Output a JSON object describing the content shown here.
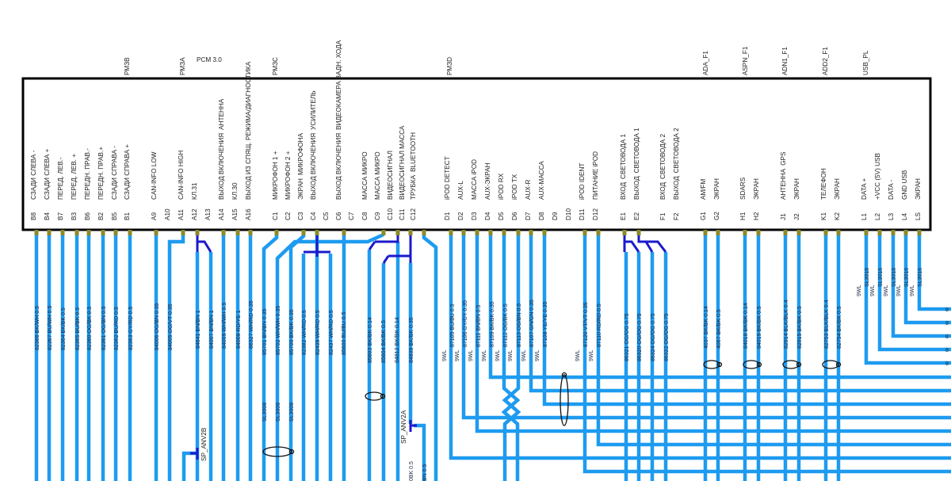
{
  "connector": {
    "title": "PCM 3.0",
    "groups": [
      "РМЗВ",
      "РМЗА",
      "РМЗС",
      "РМЗD",
      "ADA_F1",
      "ASPN_F1",
      "ADN1_F1",
      "ADD2_F1",
      "USB_PL"
    ]
  },
  "pins": [
    {
      "id": "B8",
      "label": "СЗАДИ СЛЕВА -"
    },
    {
      "id": "B4",
      "label": "СЗАДИ СЛЕВА +"
    },
    {
      "id": "B7",
      "label": "ПЕРЕД. ЛЕВ.-"
    },
    {
      "id": "B3",
      "label": "ПЕРЕД. ЛЕВ. +"
    },
    {
      "id": "B6",
      "label": "ПЕРЕДН. ПРАВ.-"
    },
    {
      "id": "B2",
      "label": "ПЕРЕДН. ПРАВ.+"
    },
    {
      "id": "B5",
      "label": "СЗАДИ СПРАВА -"
    },
    {
      "id": "B1",
      "label": "СЗАДИ СПРАВА +"
    },
    {
      "id": "A9",
      "label": "CAN-INFO LOW"
    },
    {
      "id": "A10",
      "label": ""
    },
    {
      "id": "A11",
      "label": "CAN-INFO HIGH"
    },
    {
      "id": "A12",
      "label": "КЛ.31"
    },
    {
      "id": "A13",
      "label": ""
    },
    {
      "id": "A14",
      "label": "ВЫХОД ВКЛЮЧЕНИЯ",
      "overlay": "АНТЕННА"
    },
    {
      "id": "A15",
      "label": "КЛ.30"
    },
    {
      "id": "A16",
      "label": "ВЫХОД ИЗ СПЯЩ. РЕЖИМА/ДИАГНОСТИКА"
    },
    {
      "id": "C1",
      "label": "МИКРОФОН 1 +"
    },
    {
      "id": "C2",
      "label": "МИКРОФОН 2 +"
    },
    {
      "id": "C3",
      "label": "ЭКРАН",
      "overlay": "МИКРОФОНА"
    },
    {
      "id": "C4",
      "label": "ВЫХОД ВКЛЮЧЕНИЯ",
      "overlay": "УСИЛИТЕЛЬ"
    },
    {
      "id": "C5",
      "label": ""
    },
    {
      "id": "C6",
      "label": "ВЫХОД ВКЛЮЧЕНИЯ",
      "overlay": "ВИДЕОКАМЕРА ЗАДН. ХОДА"
    },
    {
      "id": "C7",
      "label": ""
    },
    {
      "id": "C8",
      "label": "МАССА МИКРО"
    },
    {
      "id": "C9",
      "label": "МАССА МИКРО"
    },
    {
      "id": "C10",
      "label": "ВИДЕОСИГНАЛ"
    },
    {
      "id": "C11",
      "label": "ВИДЕОСИГНАЛ МАССА"
    },
    {
      "id": "C12",
      "label": "ТРУБКА",
      "overlay": "BLUETOOTH"
    },
    {
      "id": "D1",
      "label": "iPOD DETECT"
    },
    {
      "id": "D2",
      "label": "AUX-L"
    },
    {
      "id": "D3",
      "label": "МАССА iPOD"
    },
    {
      "id": "D4",
      "label": "AUX-ЭКРАН"
    },
    {
      "id": "D5",
      "label": "iPOD RX"
    },
    {
      "id": "D6",
      "label": "iPOD TX"
    },
    {
      "id": "D7",
      "label": "AUX-R"
    },
    {
      "id": "D8",
      "label": "AUX-МАССА"
    },
    {
      "id": "D9",
      "label": ""
    },
    {
      "id": "D10",
      "label": ""
    },
    {
      "id": "D11",
      "label": "iPOD IDENT"
    },
    {
      "id": "D12",
      "label": "ПИТАНИЕ iPOD"
    },
    {
      "id": "E1",
      "label": "ВХОД",
      "overlay": "СВЕТОВОДА 1"
    },
    {
      "id": "E2",
      "label": "ВЫХОД",
      "overlay": "СВЕТОВОДА 1"
    },
    {
      "id": "F1",
      "label": "ВХОД",
      "overlay": "СВЕТОВОДА 2"
    },
    {
      "id": "F2",
      "label": "ВЫХОД",
      "overlay": "СВЕТОВОДА 2"
    },
    {
      "id": "G1",
      "label": "AM/FM"
    },
    {
      "id": "G2",
      "label": "ЭКРАН"
    },
    {
      "id": "H1",
      "label": "SDARS"
    },
    {
      "id": "H2",
      "label": "ЭКРАН"
    },
    {
      "id": "J1",
      "label": "АНТЕННА",
      "overlay": "GPS"
    },
    {
      "id": "J2",
      "label": "ЭКРАН"
    },
    {
      "id": "K1",
      "label": "ТЕЛЕФОН"
    },
    {
      "id": "K2",
      "label": "ЭКРАН"
    },
    {
      "id": "L1",
      "label": "DATA +"
    },
    {
      "id": "L2",
      "label": "+VCC (5V) USB"
    },
    {
      "id": "L3",
      "label": "DATA -"
    },
    {
      "id": "L4",
      "label": "GND USB"
    },
    {
      "id": "LS",
      "label": "ЭКРАН"
    }
  ],
  "wire_labels": [
    "82366 BK/WH 0.5",
    "82367 BU/WH 0.5",
    "82364 BK/BK 0.5",
    "82365 BU/BK 0.5",
    "82360 OG/BK 0.5",
    "82361 OG/BN 0.5",
    "82362 BU/RD 0.5",
    "82363 GY/RD 0.5",
    "84006 OG/BN 0.35",
    "84005 OG/VT 0.35",
    "84641 BN/BN 1",
    "84007 BN/BN 1",
    "84009 WH/WH 0.5",
    "84008 RD/YE 1",
    "86327 WH/RD 0.35",
    "85701 BN/BN 0.35",
    "85702 WH/WH 0.35",
    "85700 BK/BK 0.35",
    "82382 WH/RD 0.5",
    "82439 WH/RD 0.5",
    "82437 WH/RD 0.5",
    "85600 BU/BU 0.5",
    "85603 BK/BK 0.14",
    "85604 BK/BK 0.5",
    "84812 BK/BK 0.14",
    "84839 BK/BK 0.35",
    "87105 BU/BU 0.5",
    "87106 GY/GY 0.35",
    "87111 BN/BN 0.5",
    "87109 BK/BK 0.35",
    "87112 OG/BK 0.5",
    "87113 OG/BN 0.5",
    "87107 GN/GN 0.35",
    "87108 YE/YE 0.35",
    "87120 VT/VT 0.35",
    "87110 RD/RD 0.5",
    "86321 OG/OG 0.75",
    "86320 OG/OG 0.75",
    "86324 OG/OG 0.75",
    "86322 OG/OG 0.75",
    "4037 BK/BK 0.14",
    "4067 BK/BK 0.5",
    "84018 BK/BK 0.14",
    "84019 BK/BK 0.5",
    "82914 BLK/BLK 0.4",
    "82915 BK/BK 0.5",
    "82753 BLK/BLK 0.4",
    "82754 BK/BK 0.5"
  ],
  "wire_type_tag": "9WL",
  "shield_labels": [
    "SL3008",
    "SL3008",
    "SL3008"
  ],
  "usb_cable_labels": [
    "SL3016",
    "SL3016",
    "SL3016",
    "SL3016",
    "SL3016"
  ],
  "splices": [
    "SP_ANV2B",
    "SP_ANV2A"
  ],
  "bottom_partial_labels": [
    "0BK 0.5",
    "BN 0.5"
  ],
  "right_edge_fragments": [
    "8",
    "8",
    "8",
    "8",
    "8"
  ],
  "colors": {
    "wire": "#1e9bf0",
    "splice": "#1a1acc",
    "pin_marker": "#8a8a2a",
    "frame": "#000000"
  }
}
